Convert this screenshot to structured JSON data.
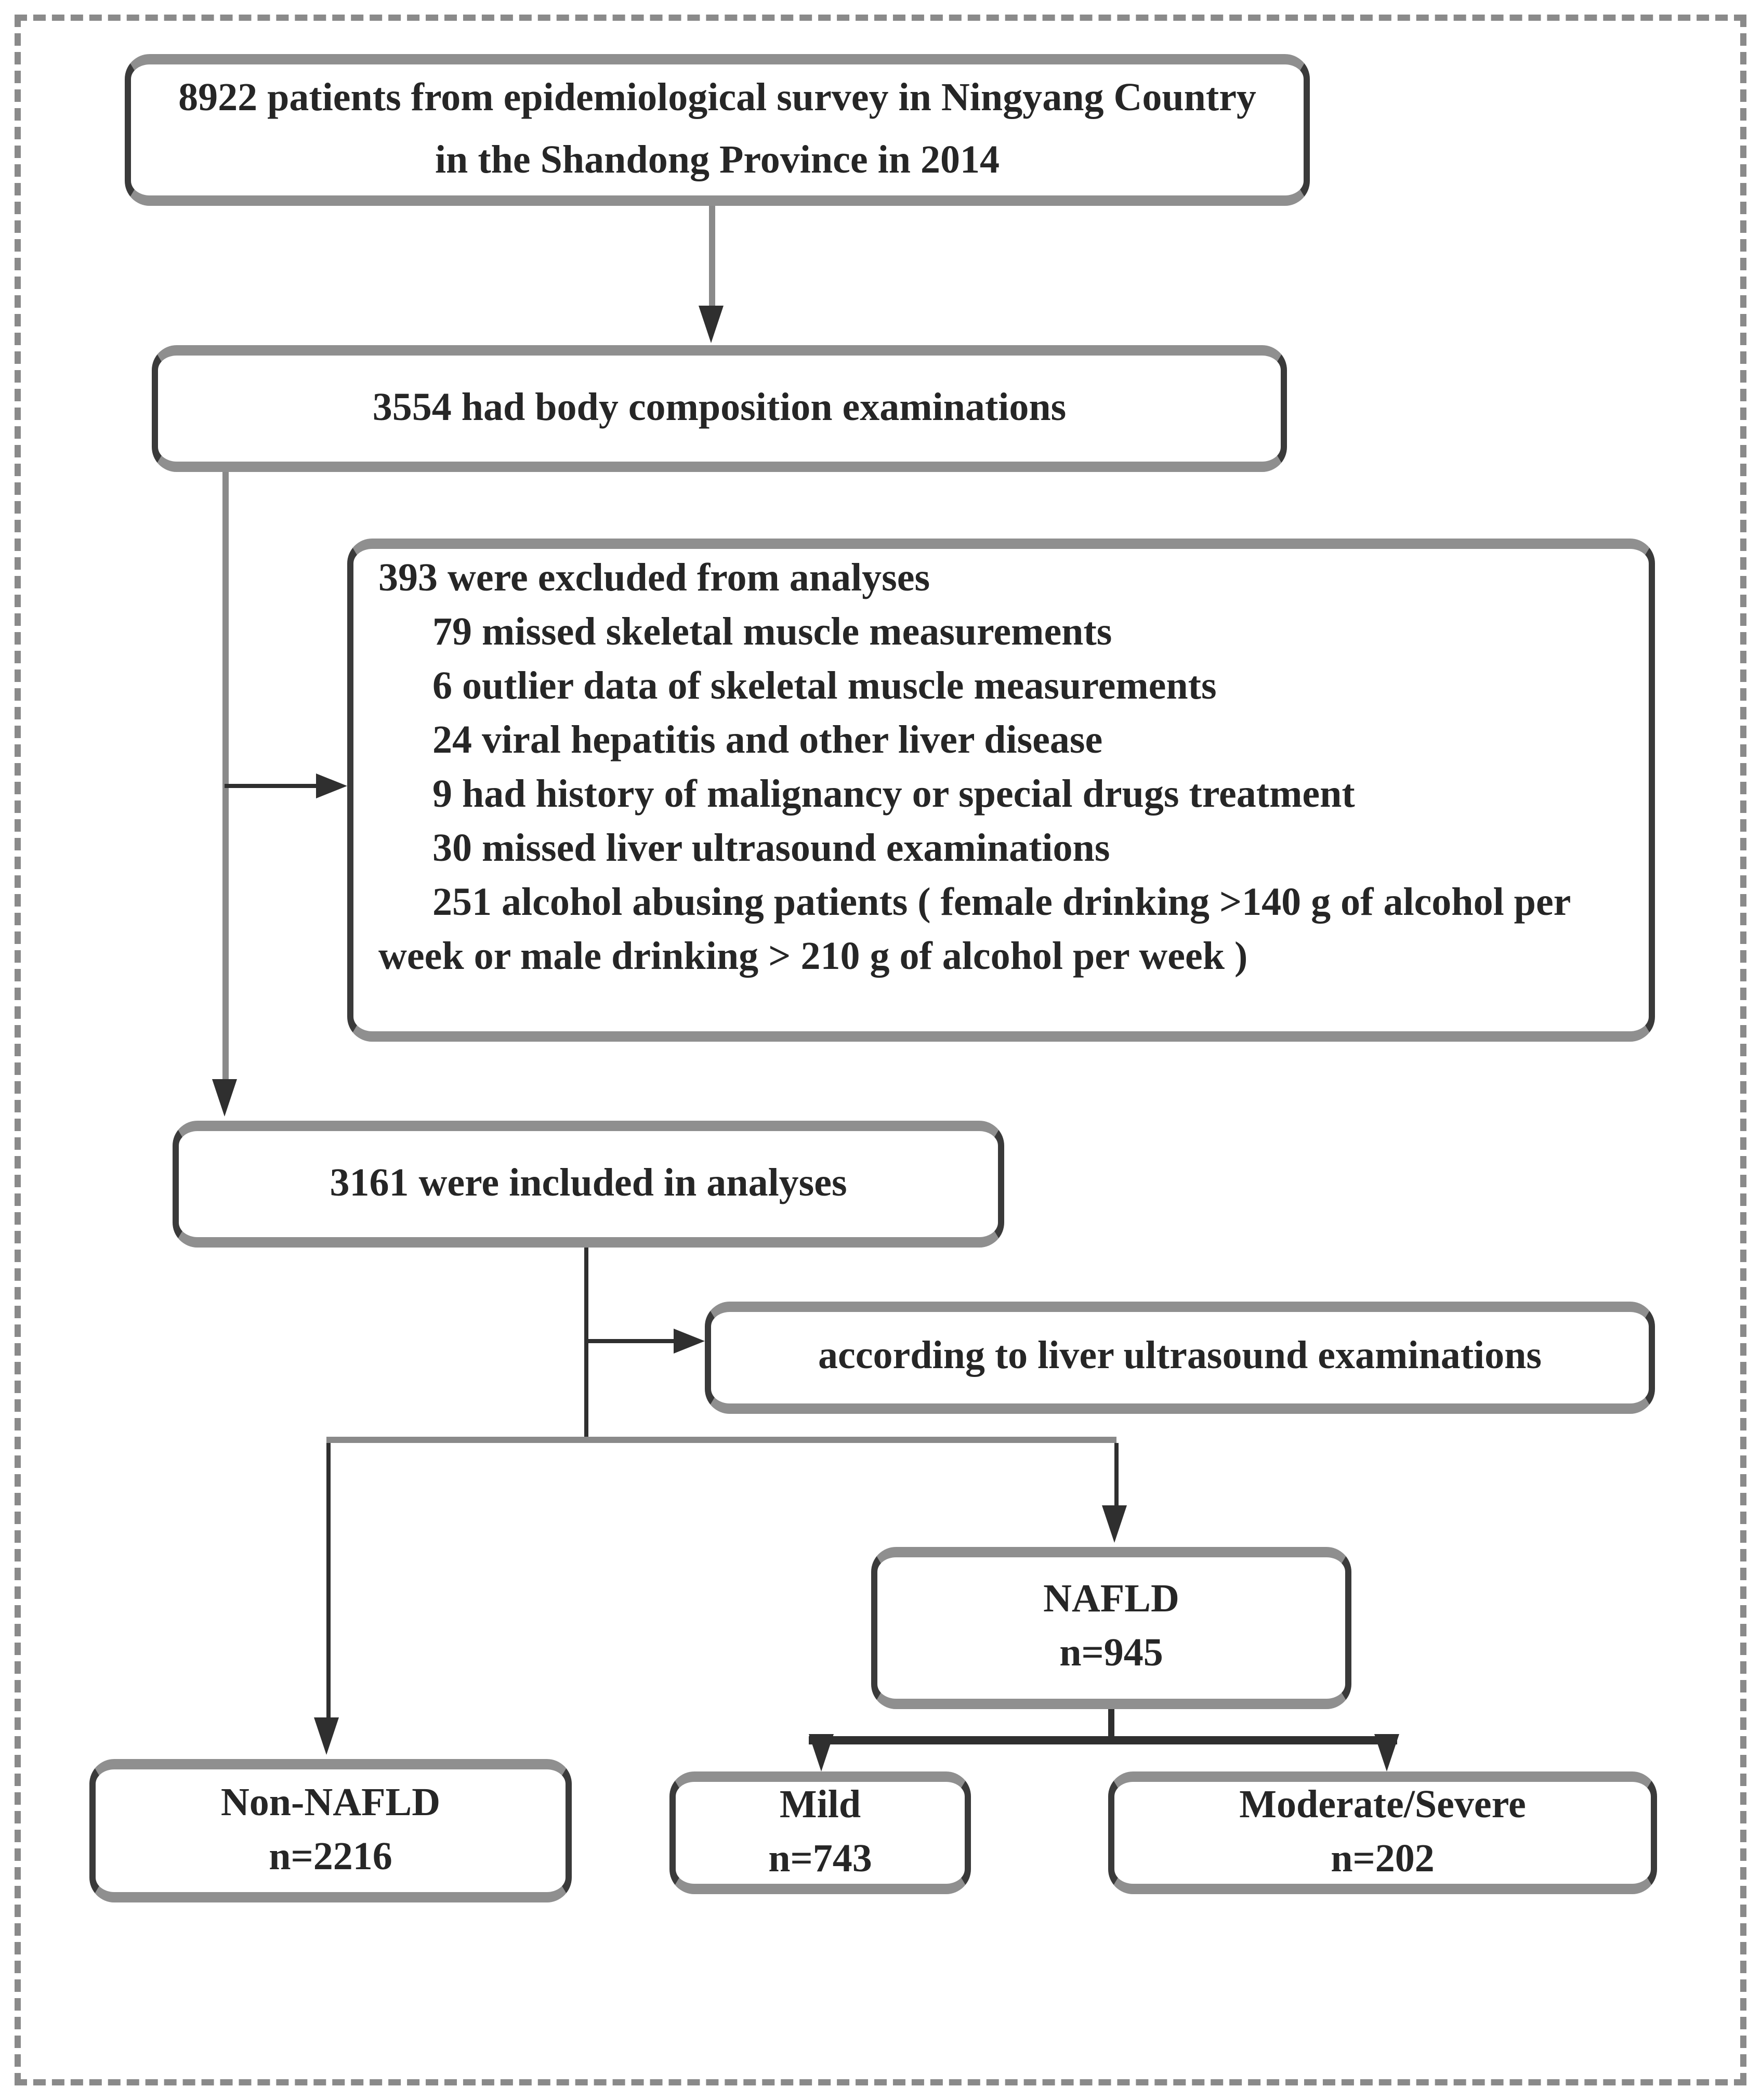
{
  "diagram": {
    "survey": {
      "text": "8922 patients from epidemiological survey in Ningyang Country in the Shandong Province in 2014"
    },
    "composition": {
      "text": "3554 had body composition examinations"
    },
    "exclusions": {
      "title": "393 were excluded from analyses",
      "items": [
        "79 missed skeletal muscle measurements",
        "6 outlier data of skeletal muscle measurements",
        "24 viral hepatitis and other liver disease",
        "9 had history of malignancy or special drugs treatment",
        "30 missed liver ultrasound examinations",
        "251 alcohol abusing patients ( female drinking >140 g of alcohol per week or male drinking > 210 g of alcohol per week )"
      ]
    },
    "included": {
      "text": "3161 were included in analyses"
    },
    "ultrasound": {
      "text": "according to liver ultrasound examinations"
    },
    "nafld": {
      "label": "NAFLD",
      "count": "n=945"
    },
    "non_nafld": {
      "label": "Non-NAFLD",
      "count": "n=2216"
    },
    "mild": {
      "label": "Mild",
      "count": "n=743"
    },
    "moderate_severe": {
      "label": "Moderate/Severe",
      "count": "n=202"
    },
    "colors": {
      "background": "#ffffff",
      "text": "#262626",
      "box_side_border": "#3a3a3a",
      "box_band": "#8f8f8f",
      "line_gray": "#8a8a8a",
      "line_dark": "#2f2f2f",
      "frame_dash": "#8a8a8a"
    }
  }
}
